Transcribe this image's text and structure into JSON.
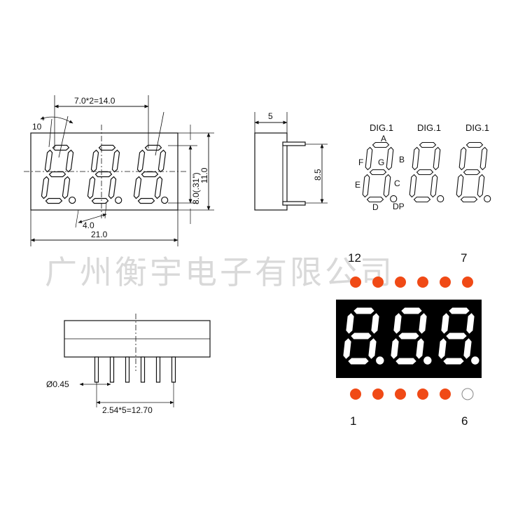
{
  "watermark": "广州衡宇电子有限公司",
  "front_view": {
    "pitch_label": "7.0*2=14.0",
    "angle_label": "10",
    "angle_unit": "°",
    "segment_pitch_label": "4.0",
    "width_label": "21.0",
    "digit_height_label": "8.0(.31\")",
    "height_label": "11.0"
  },
  "side_view": {
    "depth_label": "5",
    "pin_span_label": "8.5"
  },
  "segment_diagram": {
    "digit_titles": [
      "DIG.1",
      "DIG.1",
      "DIG.1"
    ],
    "segment_labels": {
      "A": "A",
      "B": "B",
      "C": "C",
      "D": "D",
      "E": "E",
      "F": "F",
      "G": "G",
      "DP": "DP"
    }
  },
  "bottom_view": {
    "pin_diameter_label": "Ø0.45",
    "pin_pitch_label": "2.54*5=12.70"
  },
  "photo": {
    "top_pin_left": "12",
    "top_pin_right": "7",
    "bottom_pin_left": "1",
    "bottom_pin_right": "6",
    "pin_color": "#f04a16",
    "pin_empty_color": "#ffffff",
    "display_bg": "#000000",
    "segment_color": "#ffffff"
  }
}
